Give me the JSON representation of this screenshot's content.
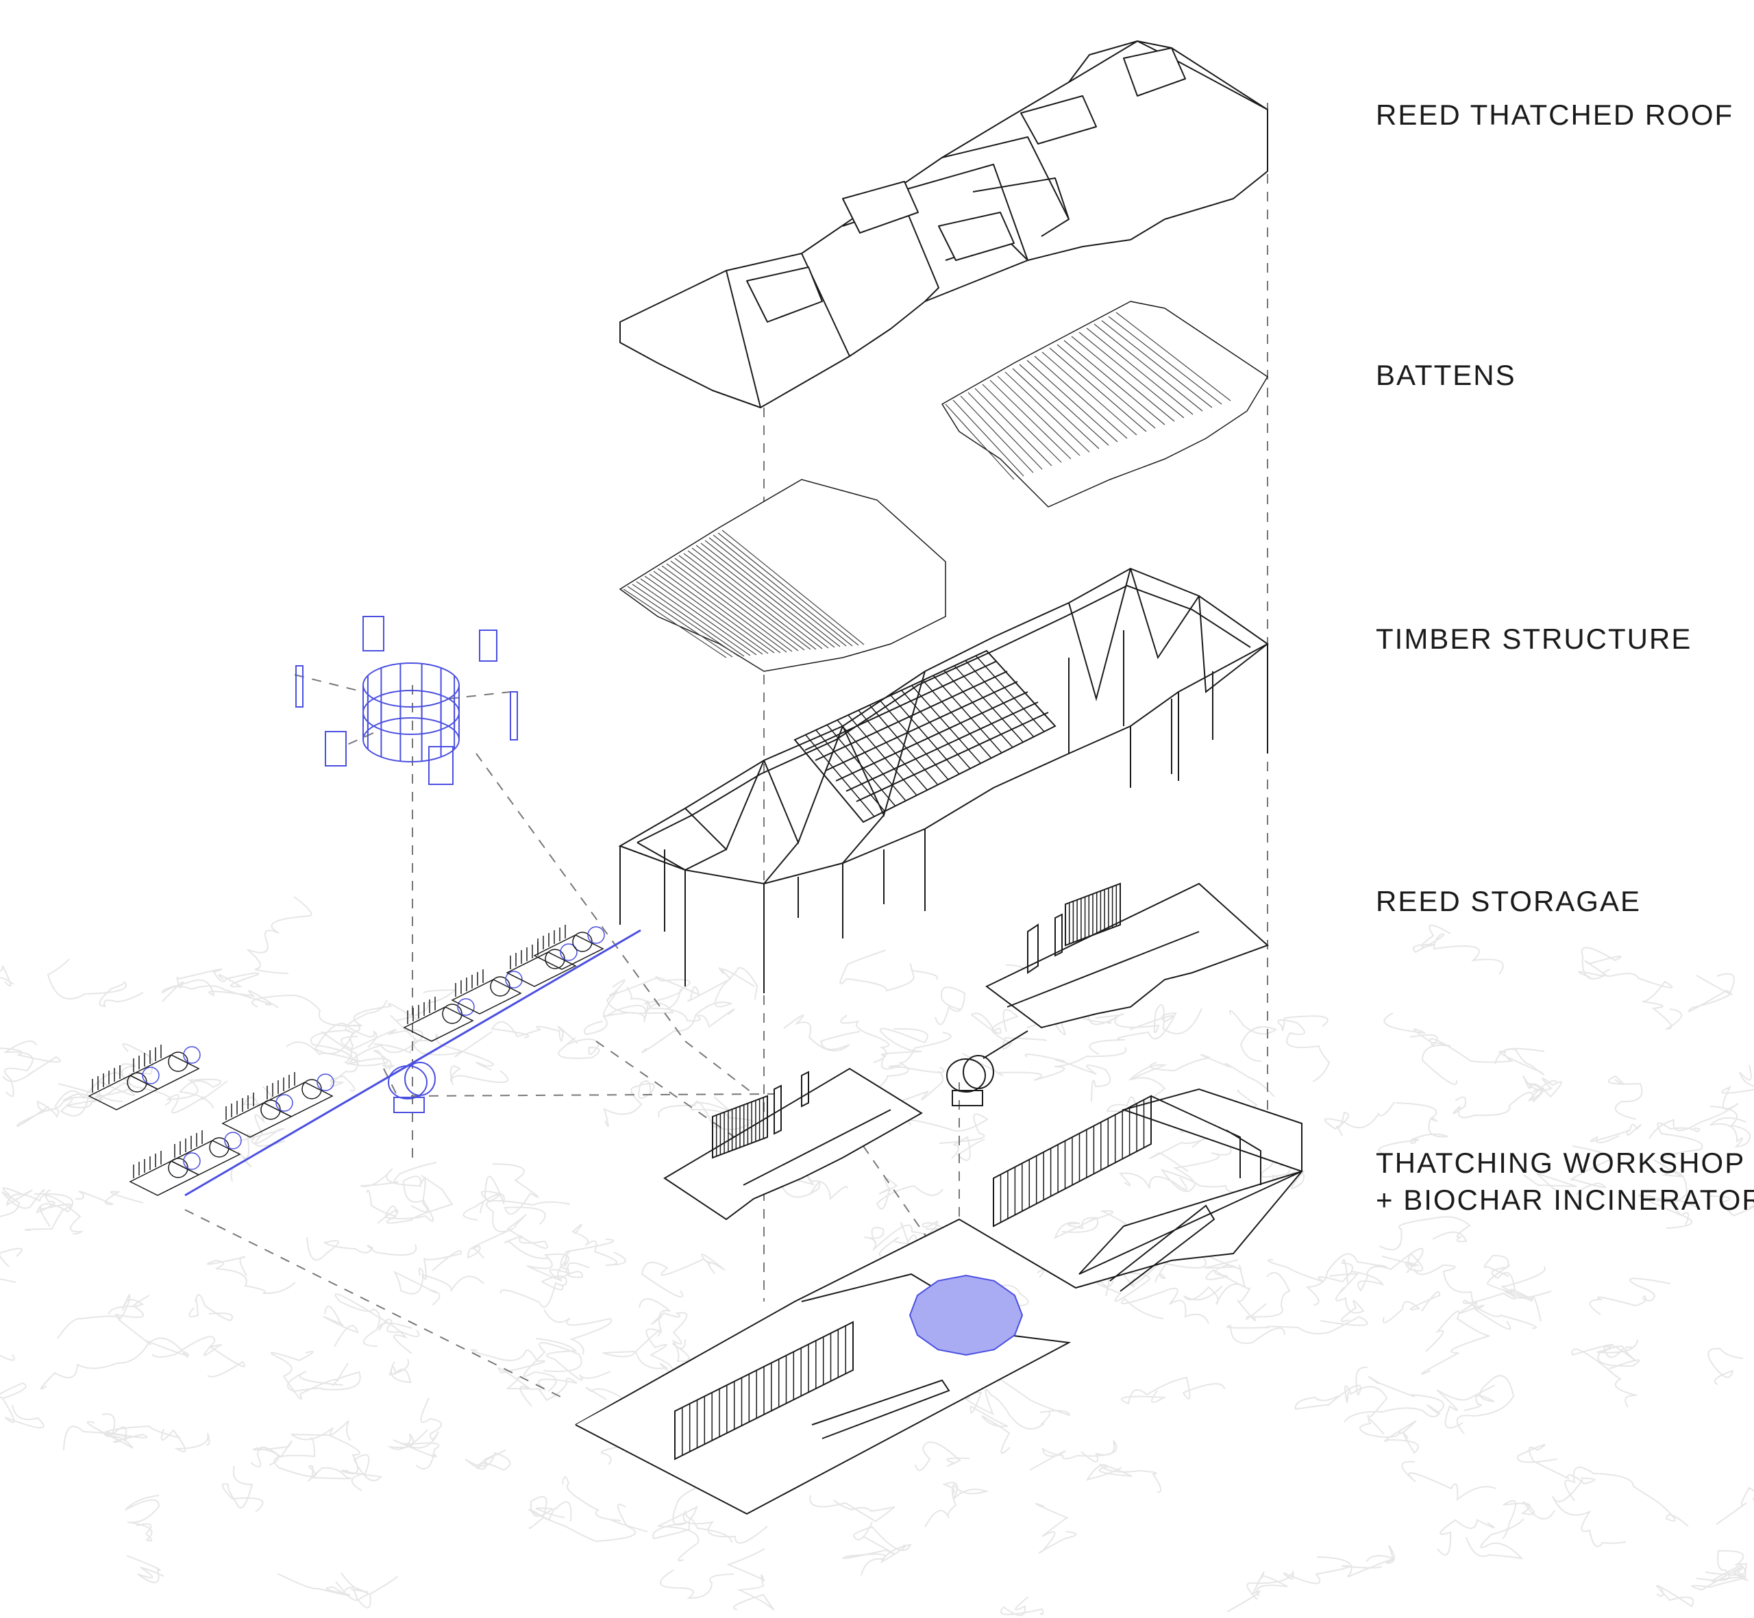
{
  "labels": {
    "roof": "REED THATCHED ROOF",
    "battens": "BATTENS",
    "timber": "TIMBER STRUCTURE",
    "storage": "REED STORAGAE",
    "workshop_line1": "THATCHING WORKSHOP",
    "workshop_line2": "+ BIOCHAR INCINERATOR"
  },
  "colors": {
    "line": "#1a1a1a",
    "accent": "#4a4fe0",
    "accent_fill": "#a9acf3",
    "terrain": "#e6e6e6",
    "guide": "#666666"
  }
}
